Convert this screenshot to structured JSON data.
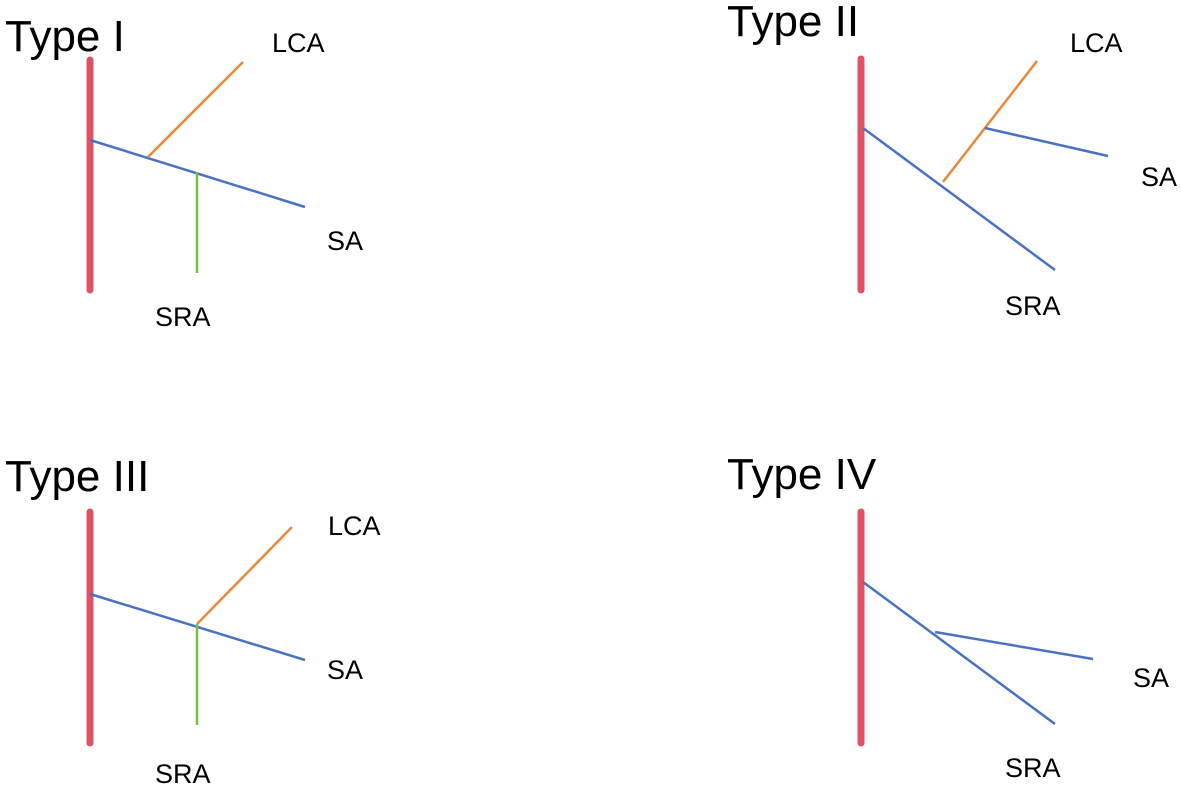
{
  "colors": {
    "trunk": "#e05263",
    "sa": "#4a72c4",
    "lca": "#e8883a",
    "sra": "#7ac143",
    "text": "#000000",
    "background": "#ffffff"
  },
  "panels": [
    {
      "title": "Type I",
      "labels": {
        "lca": "LCA",
        "sa": "SA",
        "sra": "SRA"
      }
    },
    {
      "title": "Type II",
      "labels": {
        "lca": "LCA",
        "sa": "SA",
        "sra": "SRA"
      }
    },
    {
      "title": "Type III",
      "labels": {
        "lca": "LCA",
        "sa": "SA",
        "sra": "SRA"
      }
    },
    {
      "title": "Type IV",
      "labels": {
        "sa": "SA",
        "sra": "SRA"
      }
    }
  ]
}
